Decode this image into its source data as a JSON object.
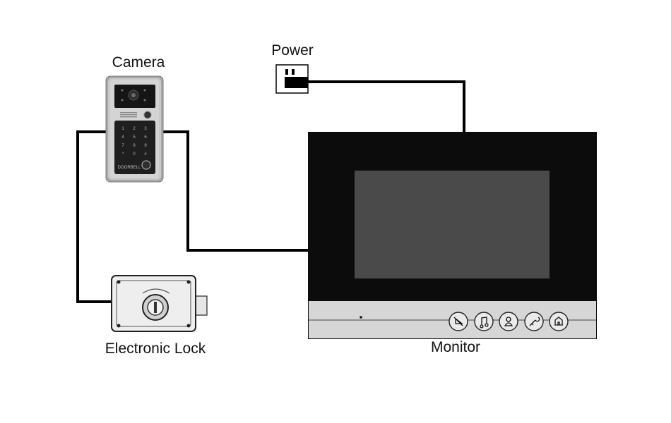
{
  "labels": {
    "camera": "Camera",
    "power": "Power",
    "lock": "Electronic Lock",
    "monitor": "Monitor"
  },
  "camera": {
    "brand_text": "DOORBELL",
    "keypad_keys": [
      "1",
      "2",
      "3",
      "4",
      "5",
      "6",
      "7",
      "8",
      "9",
      "*",
      "0",
      "#"
    ]
  },
  "monitor": {
    "buttons": [
      "mute-icon",
      "music-note-icon",
      "user-icon",
      "key-icon",
      "door-icon"
    ]
  },
  "colors": {
    "wire": "#000000",
    "monitor_body": "#0c0c0c",
    "monitor_screen": "#4a4a4a",
    "monitor_panel": "#d9d9d9",
    "camera_frame": "#b8b8b8",
    "camera_panel": "#1c1c1c",
    "lock_body": "#e8e8e8"
  }
}
